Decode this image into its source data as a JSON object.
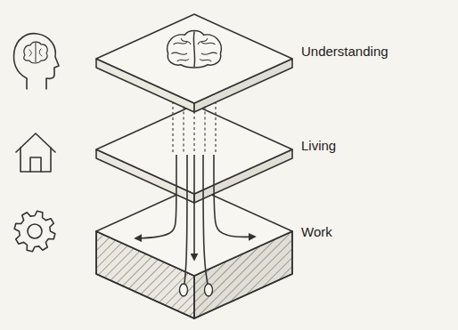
{
  "diagram": {
    "nodes": [
      {
        "text": [
          "Understanding"
        ]
      },
      {
        "text": [
          "Living"
        ]
      },
      {
        "text": [
          "Work"
        ]
      }
    ],
    "edges": [
      {
        "from": 0,
        "to": 1,
        "arrow": "none"
      },
      {
        "from": 1,
        "to": 2,
        "arrow": "to"
      }
    ]
  }
}
